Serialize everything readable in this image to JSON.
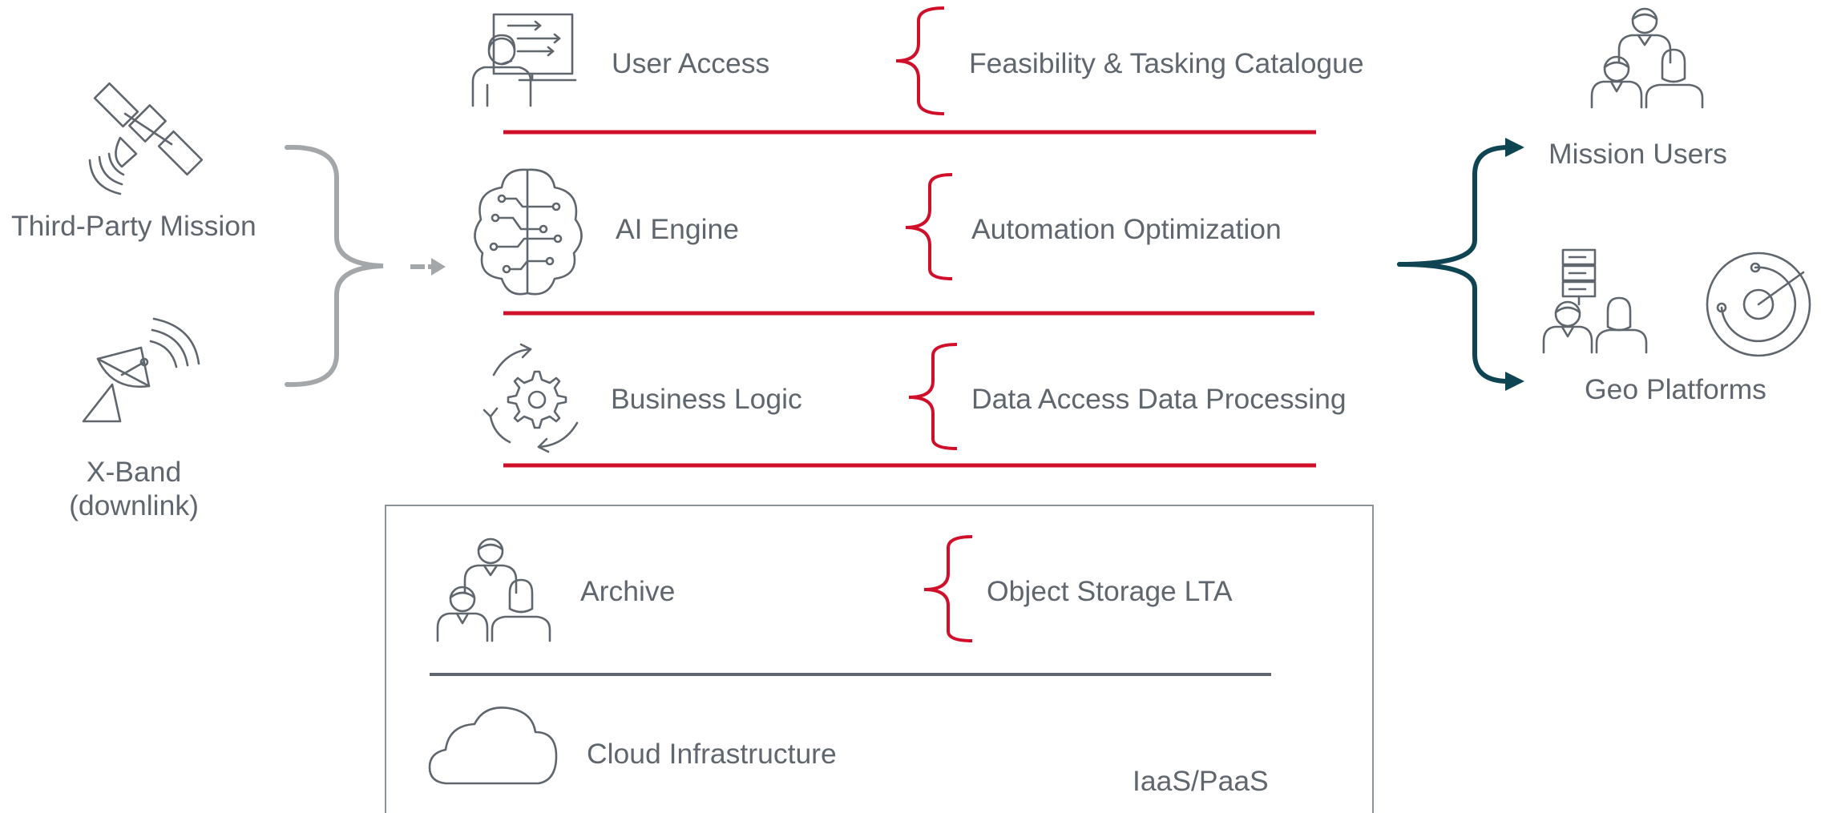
{
  "colors": {
    "text": "#5f666d",
    "accent_red": "#d0102b",
    "arrow_teal": "#0f4552",
    "connector_gray": "#a4a7aa",
    "box_border": "#8e9398"
  },
  "inputs": {
    "third_party": {
      "label": "Third-Party Mission",
      "icon": "satellite-icon"
    },
    "xband": {
      "line1": "X-Band",
      "line2": "(downlink)",
      "icon": "satellite-dish-icon"
    }
  },
  "layers": [
    {
      "label": "User Access",
      "detail": "Feasibility & Tasking Catalogue",
      "icon": "user-access-icon"
    },
    {
      "label": "AI Engine",
      "detail": "Automation Optimization",
      "icon": "brain-circuit-icon"
    },
    {
      "label": "Business Logic",
      "detail": "Data Access Data Processing",
      "icon": "gear-cycle-icon"
    }
  ],
  "infrastructure": {
    "archive": {
      "label": "Archive",
      "detail": "Object Storage LTA",
      "icon": "people-group-icon"
    },
    "cloud": {
      "label": "Cloud Infrastructure",
      "detail": "IaaS/PaaS",
      "icon": "cloud-icon"
    }
  },
  "outputs": {
    "mission_users": {
      "label": "Mission Users",
      "icon": "people-group-icon"
    },
    "geo_platforms": {
      "label": "Geo Platforms",
      "icons": [
        "server-people-icon",
        "radar-icon"
      ]
    }
  }
}
